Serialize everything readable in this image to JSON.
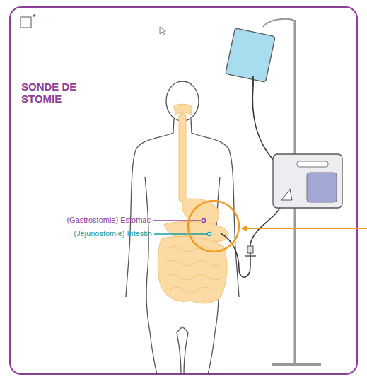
{
  "diagram": {
    "title": "SONDE DE STOMIE",
    "labels": [
      "*",
      "(Gastrostomie) Estomac",
      "(Jéjunostomie) Intestin"
    ]
  }
}
